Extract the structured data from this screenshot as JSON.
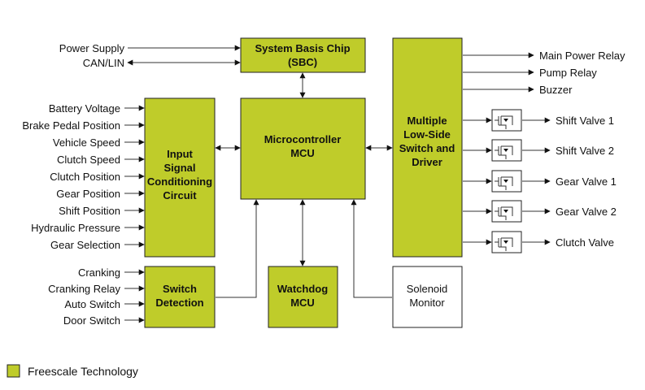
{
  "blocks": {
    "sbc": [
      "System Basis Chip",
      "(SBC)"
    ],
    "mcu": [
      "Microcontroller",
      "MCU"
    ],
    "input": [
      "Input",
      "Signal",
      "Conditioning",
      "Circuit"
    ],
    "driver": [
      "Multiple",
      "Low-Side",
      "Switch and",
      "Driver"
    ],
    "switch_det": [
      "Switch",
      "Detection"
    ],
    "watchdog": [
      "Watchdog",
      "MCU"
    ],
    "solenoid": [
      "Solenoid",
      "Monitor"
    ]
  },
  "sbc_inputs": [
    "Power Supply",
    "CAN/LIN"
  ],
  "sensor_inputs": [
    "Battery Voltage",
    "Brake Pedal Position",
    "Vehicle Speed",
    "Clutch Speed",
    "Clutch Position",
    "Gear Position",
    "Shift Position",
    "Hydraulic Pressure",
    "Gear Selection"
  ],
  "switch_inputs": [
    "Cranking",
    "Cranking Relay",
    "Auto Switch",
    "Door Switch"
  ],
  "relay_outputs": [
    "Main Power Relay",
    "Pump Relay",
    "Buzzer"
  ],
  "valve_outputs": [
    "Shift Valve 1",
    "Shift Valve 2",
    "Gear Valve 1",
    "Gear Valve 2",
    "Clutch Valve"
  ],
  "legend": {
    "label": "Freescale Technology",
    "color": "#bfcc2a"
  }
}
